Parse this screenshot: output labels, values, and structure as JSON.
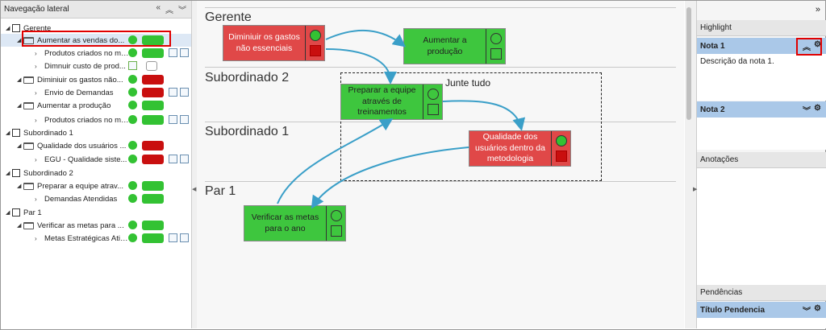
{
  "left": {
    "title": "Navegação lateral",
    "header_icons": [
      "«",
      "⌃⌃",
      "⌄⌄"
    ],
    "tree": [
      {
        "label": "Gerente",
        "level": 0,
        "kind": "root"
      },
      {
        "label": "Aumentar as vendas do...",
        "level": 1,
        "kind": "folder",
        "dot": "green",
        "bar": "green",
        "selected": true
      },
      {
        "label": "Produtos criados no mês",
        "level": 2,
        "kind": "item",
        "dot": "green",
        "bar": "green",
        "icons": true
      },
      {
        "label": "Dimnuir custo de prod...",
        "level": 2,
        "kind": "item",
        "calendar": true,
        "bar": "empty"
      },
      {
        "label": "Diminiuir os gastos não...",
        "level": 1,
        "kind": "folder",
        "dot": "green",
        "bar": "red"
      },
      {
        "label": "Envio de Demandas",
        "level": 2,
        "kind": "item",
        "dot": "green",
        "bar": "red",
        "icons": true
      },
      {
        "label": "Aumentar a produção",
        "level": 1,
        "kind": "folder",
        "dot": "green",
        "bar": "green"
      },
      {
        "label": "Produtos criados no mês",
        "level": 2,
        "kind": "item",
        "dot": "green",
        "bar": "green",
        "icons": true
      },
      {
        "label": "Subordinado 1",
        "level": 0,
        "kind": "root"
      },
      {
        "label": "Qualidade dos usuários ...",
        "level": 1,
        "kind": "folder",
        "dot": "green",
        "bar": "red"
      },
      {
        "label": "EGU - Qualidade siste...",
        "level": 2,
        "kind": "item",
        "dot": "green",
        "bar": "red",
        "icons": true
      },
      {
        "label": "Subordinado 2",
        "level": 0,
        "kind": "root"
      },
      {
        "label": "Preparar a equipe atrav...",
        "level": 1,
        "kind": "folder",
        "dot": "green",
        "bar": "green"
      },
      {
        "label": "Demandas Atendidas",
        "level": 2,
        "kind": "item",
        "dot": "green",
        "bar": "green"
      },
      {
        "label": "Par 1",
        "level": 0,
        "kind": "root"
      },
      {
        "label": "Verificar as metas para ...",
        "level": 1,
        "kind": "folder",
        "dot": "green",
        "bar": "green"
      },
      {
        "label": "Metas Estratégicas Atin...",
        "level": 2,
        "kind": "item",
        "dot": "green",
        "bar": "green",
        "icons": true
      }
    ]
  },
  "canvas": {
    "lanes": [
      "Gerente",
      "Subordinado 2",
      "Subordinado 1",
      "Par 1"
    ],
    "group_label": "Junte tudo",
    "cards": {
      "c1": "Diminiuir os gastos não essenciais",
      "c2": "Aumentar a produção",
      "c3": "Preparar a equipe através de treinamentos",
      "c4": "Qualidade dos usuários dentro da metodologia",
      "c5": "Verificar as metas para o ano"
    }
  },
  "right": {
    "collapse": "»",
    "highlight": "Highlight",
    "nota1": "Nota 1",
    "nota1_body": "Descrição da nota 1.",
    "nota2": "Nota 2",
    "anotacoes": "Anotações",
    "pendencias": "Pendências",
    "pendencia_title": "Título Pendencia"
  },
  "colors": {
    "green": "#33c233",
    "red": "#c90f0f",
    "card_red": "#e04848",
    "arrow": "#3a9fc8",
    "highlight_box": "#e00000"
  }
}
